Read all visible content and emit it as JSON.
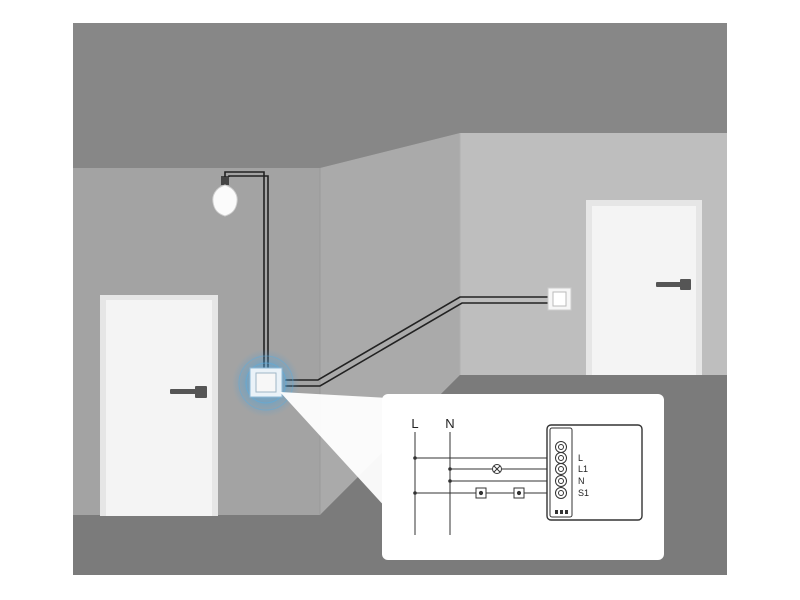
{
  "colors": {
    "ceiling": "#878787",
    "wall_left": "#a3a3a3",
    "wall_mid": "#a9a9a9",
    "wall_right": "#bebebe",
    "floor": "#7b7b7b",
    "door": "#f4f4f4",
    "wire": "#222222",
    "glow": "#5aaee0"
  },
  "icons": {
    "light_bulb": "light-bulb-icon",
    "door_handle": "door-handle-icon",
    "wall_switch": "wall-switch-icon",
    "relay_module": "relay-module-icon"
  },
  "wiring_diagram": {
    "line_labels": [
      "L",
      "N"
    ],
    "terminal_labels": [
      "L",
      "L1",
      "N",
      "S1"
    ]
  }
}
